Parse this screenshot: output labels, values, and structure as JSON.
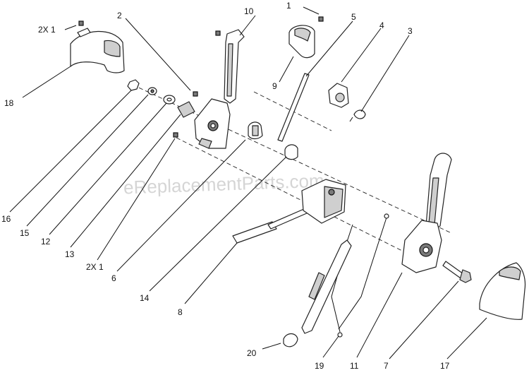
{
  "watermark": "eReplacementParts.com",
  "callouts": [
    {
      "id": "c1",
      "text": "1"
    },
    {
      "id": "c2x1a",
      "text": "2X 1"
    },
    {
      "id": "c2",
      "text": "2"
    },
    {
      "id": "c10",
      "text": "10"
    },
    {
      "id": "c5",
      "text": "5"
    },
    {
      "id": "c4",
      "text": "4"
    },
    {
      "id": "c3",
      "text": "3"
    },
    {
      "id": "c9",
      "text": "9"
    },
    {
      "id": "c18",
      "text": "18"
    },
    {
      "id": "c16",
      "text": "16"
    },
    {
      "id": "c15",
      "text": "15"
    },
    {
      "id": "c12",
      "text": "12"
    },
    {
      "id": "c13",
      "text": "13"
    },
    {
      "id": "c2x1b",
      "text": "2X 1"
    },
    {
      "id": "c6",
      "text": "6"
    },
    {
      "id": "c14",
      "text": "14"
    },
    {
      "id": "c8",
      "text": "8"
    },
    {
      "id": "c20",
      "text": "20"
    },
    {
      "id": "c19",
      "text": "19"
    },
    {
      "id": "c11",
      "text": "11"
    },
    {
      "id": "c7",
      "text": "7"
    },
    {
      "id": "c17",
      "text": "17"
    }
  ]
}
